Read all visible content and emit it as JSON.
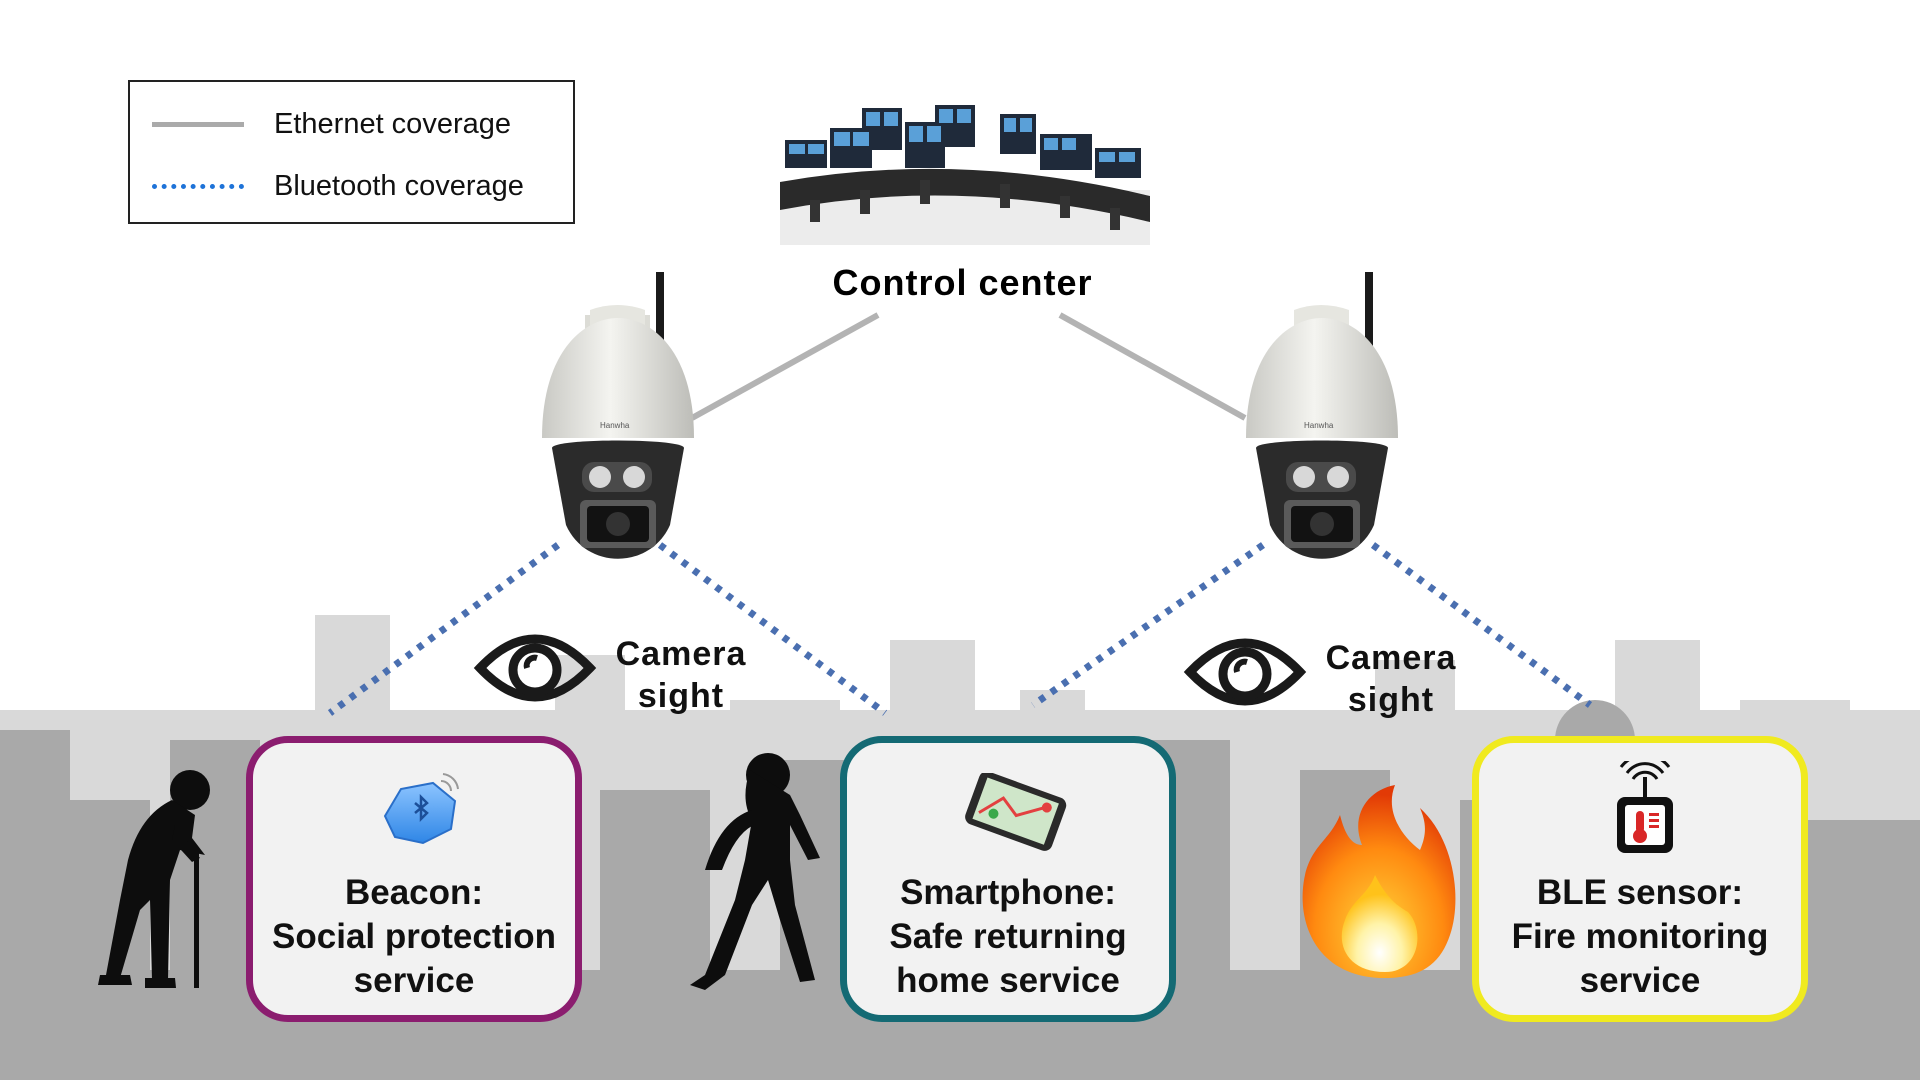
{
  "legend": {
    "items": [
      {
        "label": "Ethernet coverage",
        "color": "#aaaaaa",
        "style": "solid"
      },
      {
        "label": "Bluetooth coverage",
        "color": "#1e73d8",
        "style": "dotted"
      }
    ]
  },
  "control_center": {
    "label": "Control center"
  },
  "camera_sight": [
    {
      "line1": "Camera",
      "line2": "sight"
    },
    {
      "line1": "Camera",
      "line2": "sight"
    }
  ],
  "camera_brand": "Hanwha",
  "services": [
    {
      "line1": "Beacon:",
      "line2": "Social protection",
      "line3": "service",
      "border_color": "#8b1d6f",
      "icon": "beacon-icon"
    },
    {
      "line1": "Smartphone:",
      "line2": "Safe returning",
      "line3": "home service",
      "border_color": "#146a74",
      "icon": "smartphone-map-icon"
    },
    {
      "line1": "BLE sensor:",
      "line2": "Fire monitoring",
      "line3": "service",
      "border_color": "#f0ea1f",
      "icon": "temperature-sensor-icon"
    }
  ],
  "colors": {
    "ethernet_line": "#b3b3b3",
    "bluetooth_line": "#4a6fb0",
    "skyline_light": "#d9d9d9",
    "skyline_dark": "#a6a6a6"
  }
}
